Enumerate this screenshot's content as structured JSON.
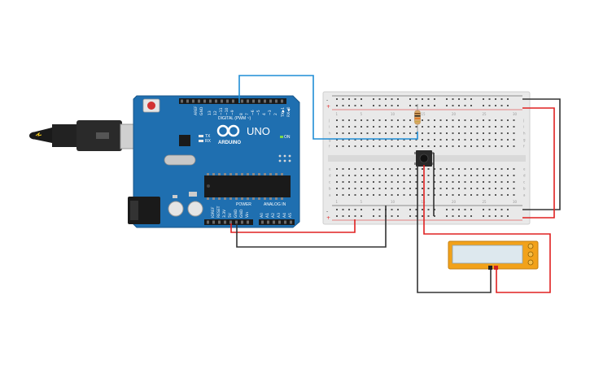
{
  "arduino": {
    "model": "UNO",
    "brand": "ARDUINO",
    "digital_label": "DIGITAL (PWM ~)",
    "power_label": "POWER",
    "analog_label": "ANALOG IN",
    "on_label": "ON",
    "tx_label": "TX",
    "rx_label": "RX",
    "aref_label": "AREF",
    "gnd_label": "GND",
    "tx1_label": "TX▶1",
    "rx0_label": "RX◀0",
    "digital_pins": [
      "13",
      "12",
      "~11",
      "~10",
      "~9",
      "8",
      "7",
      "~6",
      "~5",
      "4",
      "~3",
      "2"
    ],
    "power_pins": [
      "IOREF",
      "RESET",
      "3.3V",
      "5V",
      "GND",
      "GND",
      "Vin"
    ],
    "analog_pins": [
      "A0",
      "A1",
      "A2",
      "A3",
      "A4",
      "A5"
    ]
  },
  "breadboard": {
    "row_letters_top": [
      "j",
      "i",
      "h",
      "g",
      "f"
    ],
    "row_letters_bottom": [
      "e",
      "d",
      "c",
      "b",
      "a"
    ],
    "column_numbers": [
      "1",
      "5",
      "10",
      "15",
      "20",
      "25",
      "30"
    ],
    "rail_plus": "+",
    "rail_minus": "-"
  },
  "multimeter": {
    "display_value": ""
  },
  "wire_colors": {
    "signal": "#1f8dd6",
    "power": "#e02020",
    "ground": "#333333",
    "breadboard_power": "#e02020"
  }
}
